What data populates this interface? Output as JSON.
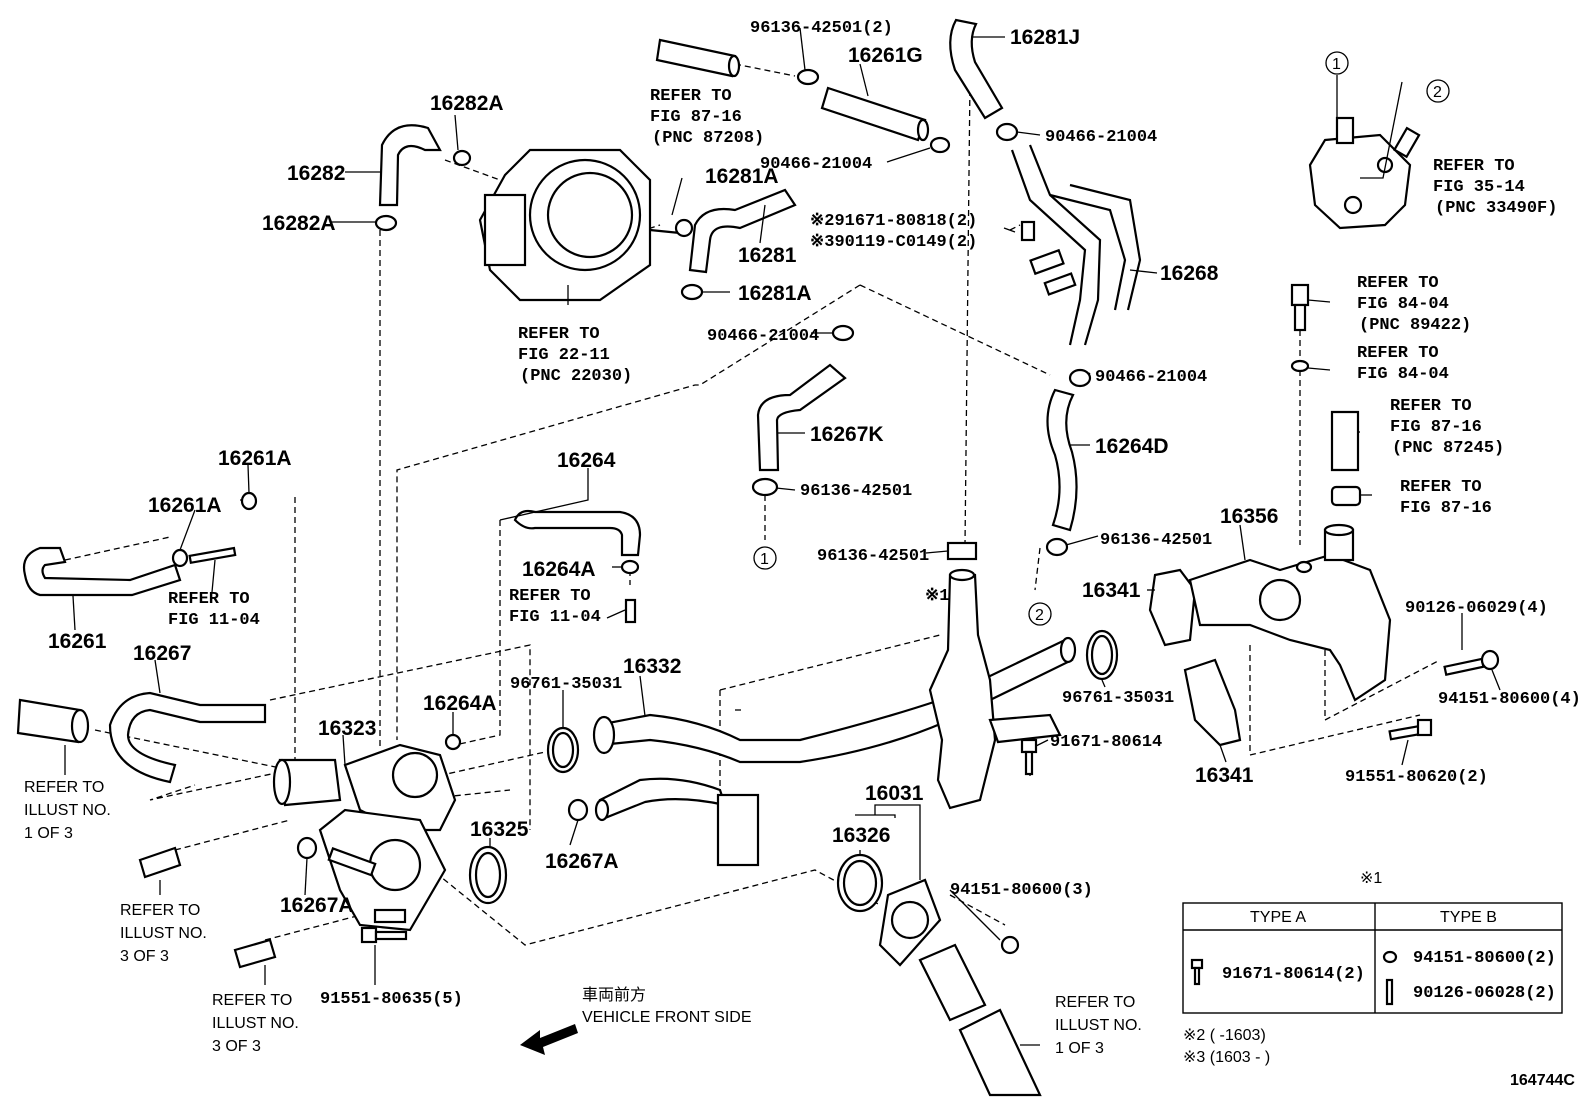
{
  "diagram_id": "164744C",
  "labels": {
    "p96136_42501_2": "96136-42501(2)",
    "p16261G": "16261G",
    "p16281J": "16281J",
    "p16282A_top": "16282A",
    "p16282": "16282",
    "p16282A_left": "16282A",
    "p16281A_top": "16281A",
    "p16281": "16281",
    "p16281A_mid": "16281A",
    "p90466_21004_a": "90466-21004",
    "p90466_21004_b": "90466-21004",
    "p90466_21004_c": "90466-21004",
    "p90466_21004_d": "90466-21004",
    "p291671": "※291671-80818(2)",
    "p390119": "※390119-C0149(2)",
    "p16268": "16268",
    "p16267K": "16267K",
    "p16264D": "16264D",
    "p96136_42501_a": "96136-42501",
    "p96136_42501_b": "96136-42501",
    "p96136_42501_c": "96136-42501",
    "p16261A_a": "16261A",
    "p16261A_b": "16261A",
    "p16261": "16261",
    "p16264": "16264",
    "p16264A_a": "16264A",
    "p16264A_b": "16264A",
    "p16267": "16267",
    "p16323": "16323",
    "p16332": "16332",
    "p96761_35031_a": "96761-35031",
    "p96761_35031_b": "96761-35031",
    "p16325": "16325",
    "p16267A_a": "16267A",
    "p16267A_b": "16267A",
    "p16356": "16356",
    "p16341_a": "16341",
    "p16341_b": "16341",
    "p91671_80614": "91671-80614",
    "p90126_06029": "90126-06029(4)",
    "p94151_80600_4": "94151-80600(4)",
    "p91551_80620": "91551-80620(2)",
    "p16031": "16031",
    "p16326": "16326",
    "p94151_80600_3": "94151-80600(3)",
    "p91551_80635": "91551-80635(5)",
    "mark1": "※1",
    "circ1": "1",
    "circ2": "2"
  },
  "refs": {
    "r87_16_a": [
      "REFER TO",
      "FIG 87-16",
      "(PNC 87208)"
    ],
    "r22_11": [
      "REFER TO",
      "FIG 22-11",
      "(PNC 22030)"
    ],
    "r35_14": [
      "REFER TO",
      "FIG 35-14",
      "(PNC 33490F)"
    ],
    "r84_04_a": [
      "REFER TO",
      "FIG 84-04",
      "(PNC 89422)"
    ],
    "r84_04_b": [
      "REFER TO",
      "FIG 84-04"
    ],
    "r87_16_b": [
      "REFER TO",
      "FIG 87-16",
      "(PNC 87245)"
    ],
    "r87_16_c": [
      "REFER TO",
      "FIG 87-16"
    ],
    "r11_04_a": [
      "REFER TO",
      "FIG 11-04"
    ],
    "r11_04_b": [
      "REFER TO",
      "FIG 11-04"
    ],
    "ill1_a": [
      "REFER TO",
      "ILLUST NO.",
      "1 OF 3"
    ],
    "ill3_a": [
      "REFER TO",
      "ILLUST NO.",
      "3 OF 3"
    ],
    "ill3_b": [
      "REFER TO",
      "ILLUST NO.",
      "3 OF 3"
    ],
    "ill1_b": [
      "REFER TO",
      "ILLUST NO.",
      "1 OF 3"
    ]
  },
  "front": {
    "jp": "車両前方",
    "en": "VEHICLE FRONT SIDE"
  },
  "table": {
    "mark": "※1",
    "type_a": "TYPE A",
    "type_b": "TYPE B",
    "a_part": "91671-80614(2)",
    "b_part1": "94151-80600(2)",
    "b_part2": "90126-06028(2)",
    "note2": "※2 (      -1603)",
    "note3": "※3 (1603 -      )"
  }
}
